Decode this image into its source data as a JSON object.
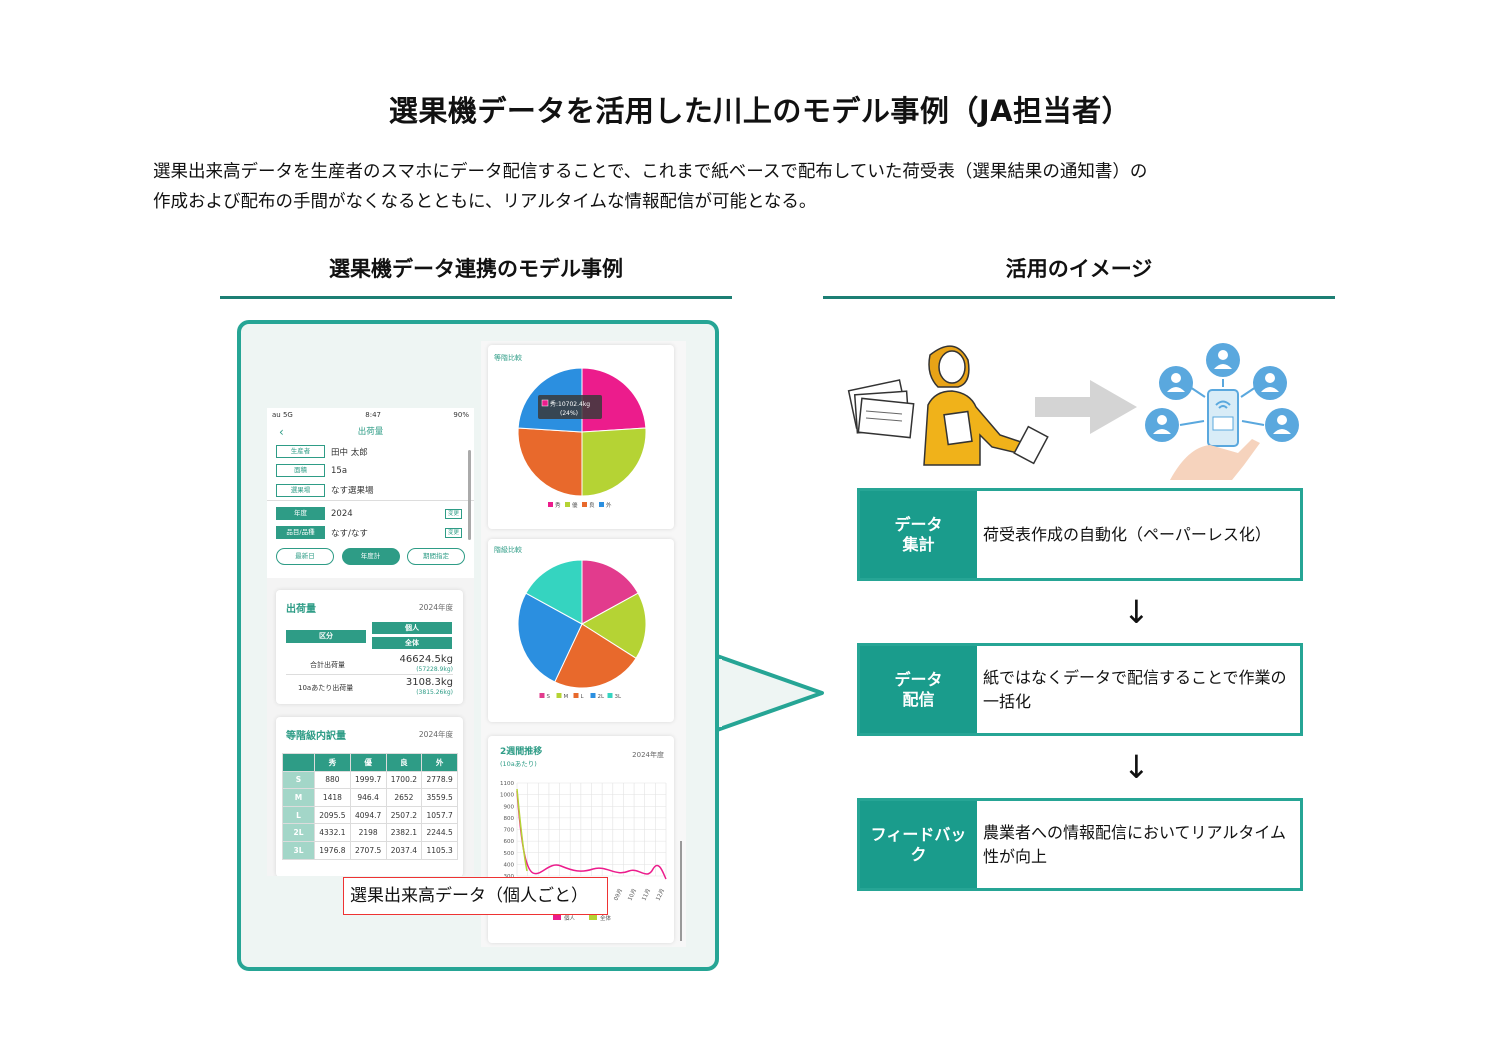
{
  "title": "選果機データを活用した川上のモデル事例（JA担当者）",
  "intro": {
    "line1": "選果出来高データを生産者のスマホにデータ配信することで、これまで紙ベースで配布していた荷受表（選果結果の通知書）の",
    "line2": "作成および配布の手間がなくなるとともに、リアルタイムな情報配信が可能となる。"
  },
  "left_section": {
    "title": "選果機データ連携のモデル事例"
  },
  "right_section": {
    "title": "活用のイメージ"
  },
  "phone": {
    "status": {
      "carrier": "au 5G",
      "time": "8:47",
      "battery": "90%"
    },
    "header": "出荷量",
    "fields": [
      {
        "label": "生産者",
        "value": "田中 太郎"
      },
      {
        "label": "面積",
        "value": "15a"
      },
      {
        "label": "選果場",
        "value": "なす選果場"
      }
    ],
    "year": {
      "label": "年度",
      "value": "2024",
      "change": "変更"
    },
    "item": {
      "label": "品目/品種",
      "value": "なす/なす",
      "change": "変更"
    },
    "segments": [
      "最新日",
      "年度計",
      "期間指定"
    ],
    "shipment_card": {
      "title": "出荷量",
      "year": "2024年度",
      "col_kubun": "区分",
      "col_kojin": "個人",
      "col_zentai": "全体",
      "row1_label": "合計出荷量",
      "row1_value": "46624.5kg",
      "row1_sub": "(57228.9kg)",
      "row2_label": "10aあたり出荷量",
      "row2_value": "3108.3kg",
      "row2_sub": "(3815.26kg)"
    },
    "grade_card": {
      "title": "等階級内訳量",
      "year": "2024年度",
      "headers": [
        "",
        "秀",
        "優",
        "良",
        "外"
      ],
      "rows": [
        [
          "S",
          "880",
          "1999.7",
          "1700.2",
          "2778.9"
        ],
        [
          "M",
          "1418",
          "946.4",
          "2652",
          "3559.5"
        ],
        [
          "L",
          "2095.5",
          "4094.7",
          "2507.2",
          "1057.7"
        ],
        [
          "2L",
          "4332.1",
          "2198",
          "2382.1",
          "2244.5"
        ],
        [
          "3L",
          "1976.8",
          "2707.5",
          "2037.4",
          "1105.3"
        ]
      ]
    }
  },
  "charts": {
    "grade_pie": {
      "title": "等階比較",
      "tooltip_line1": "秀:10702.4kg",
      "tooltip_line2": "(24%)",
      "legend": [
        "秀",
        "優",
        "良",
        "外"
      ],
      "colors": [
        "#ec1c8c",
        "#b5d334",
        "#e8692c",
        "#2b8fe0"
      ],
      "values": [
        24,
        26,
        26,
        24
      ]
    },
    "class_pie": {
      "title": "階級比較",
      "legend": [
        "S",
        "M",
        "L",
        "2L",
        "3L"
      ],
      "colors": [
        "#e23b8d",
        "#b5d334",
        "#e8692c",
        "#2b8fe0",
        "#35d4c0"
      ],
      "values": [
        17,
        17,
        23,
        26,
        17
      ]
    },
    "trend": {
      "title": "2週間推移",
      "subtitle": "(10aあたり)",
      "year": "2024年度",
      "yticks": [
        "1100",
        "1000",
        "900",
        "800",
        "700",
        "600",
        "500",
        "400",
        "300"
      ],
      "xticks": [
        "09月",
        "10月",
        "11月",
        "12月"
      ],
      "legend": [
        "個人",
        "全体"
      ],
      "colors": [
        "#ec1c8c",
        "#b5d334"
      ]
    }
  },
  "callout": "選果出来高データ（個人ごと）",
  "flow": [
    {
      "label_line1": "データ",
      "label_line2": "集計",
      "text": "荷受表作成の自動化（ペーパーレス化）"
    },
    {
      "label_line1": "データ",
      "label_line2": "配信",
      "text": "紙ではなくデータで配信することで作業の一括化"
    },
    {
      "label_line1": "フィードバッ",
      "label_line2": "ク",
      "text": "農業者への情報配信においてリアルタイム性が向上"
    }
  ],
  "arrow_glyph": "↓"
}
